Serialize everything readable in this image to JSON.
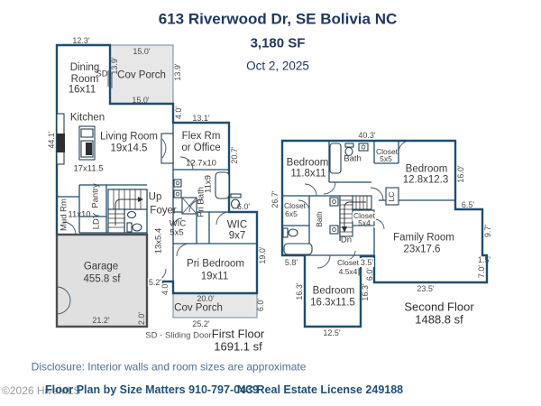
{
  "header": {
    "address": "613 Riverwood Dr, SE Bolivia NC",
    "area": "3,180 SF",
    "date": "Oct 2, 2025"
  },
  "first_floor": {
    "title": "First Floor",
    "area": "1691.1 sf",
    "legend": "SD - Sliding Door",
    "rooms": {
      "dining": {
        "name": "Dining Room",
        "dim": "16x11"
      },
      "porch_top": {
        "name": "Cov Porch"
      },
      "sd": "SD",
      "kitchen": {
        "name": "Kitchen",
        "dim": "17x11.5"
      },
      "living": {
        "name": "Living Room",
        "dim": "19x14.5"
      },
      "flex": {
        "name": "Flex Rm or Office",
        "dim": "12.7x10"
      },
      "mud": {
        "name": "Mud Rm",
        "dim": "11x10"
      },
      "pantry": {
        "name": "Pantry"
      },
      "laundry": {
        "name": "LDY"
      },
      "stairs": {
        "name": "Up"
      },
      "foyer": {
        "name": "Foyer"
      },
      "pri_bath": {
        "name": "Pri Bath",
        "dim": "11x9"
      },
      "hall": {
        "dim": "13x5.4"
      },
      "wic1": {
        "name": "WIC",
        "dim": "5x5"
      },
      "wic2": {
        "name": "WIC",
        "dim": "9x7"
      },
      "pri_bedroom": {
        "name": "Pri Bedroom",
        "dim": "19x11"
      },
      "garage": {
        "name": "Garage",
        "area": "455.8 sf"
      },
      "porch_bottom": {
        "name": "Cov Porch"
      }
    },
    "dims": {
      "top": "12.3'",
      "porch_w_top": "15.0'",
      "porch_left": "13.9'",
      "porch_right": "13.9'",
      "porch_w_bottom": "15.0'",
      "step_right": "4.0'",
      "flex_top": "13.1'",
      "east": "20.7'",
      "west": "44.1'",
      "bath_step": "6.0'",
      "bedroom_east": "19.0'",
      "garage_bottom": "21.2'",
      "garage_step": "2.0'",
      "hall_step_w": "5.2'",
      "hall_step_h": "4.0'",
      "porch2_top": "20.0'",
      "porch2_right": "6.0'",
      "south": "25.2'"
    }
  },
  "second_floor": {
    "title": "Second Floor",
    "area": "1488.8 sf",
    "rooms": {
      "bedroom1": {
        "name": "Bedroom",
        "dim": "11.8x11"
      },
      "bath1": {
        "name": "Bath"
      },
      "closet1": {
        "name": "Closet",
        "dim": "5x5"
      },
      "bedroom2": {
        "name": "Bedroom",
        "dim": "12.8x12.3"
      },
      "lc": {
        "name": "LC"
      },
      "closet2": {
        "name": "Closet",
        "dim": "6x5"
      },
      "bath2": {
        "name": "Bath"
      },
      "closet3": {
        "name": "Closet",
        "dim": "5x4"
      },
      "stairs": {
        "name": "Dn"
      },
      "closet4": {
        "name": "Closet",
        "dim": "4.5x4"
      },
      "bedroom3": {
        "name": "Bedroom",
        "dim": "16.3x11.5"
      },
      "family": {
        "name": "Family Room",
        "dim": "23x17.6"
      }
    },
    "dims": {
      "top": "40.3'",
      "east_upper": "16.0'",
      "step1": "6.5'",
      "step2": "9.7'",
      "step3": "1.5'",
      "step4": "7.0'",
      "family_bottom": "23.5'",
      "notch_w": "3.5'",
      "notch_h": "6.0'",
      "west": "26.7'",
      "west_step": "5.8'",
      "bedroom3_left": "16.3'",
      "bedroom3_right": "16.3'",
      "bedroom3_bottom": "12.5'"
    }
  },
  "footer": {
    "disclosure": "Disclosure: Interior walls and room sizes are approximate",
    "watermark": "©2026 HiveMLS",
    "credit": "Floor Plan by Size Matters 910-797-0439",
    "license": "NC Real Estate License 249188"
  },
  "colors": {
    "wall": "#1f4e6e",
    "garage_wall": "#4d4d4d",
    "porch_fill": "#e7e7e7",
    "title_text": "#1f3864",
    "footer_text": "#1f4e79",
    "room_text": "#3a3a3a",
    "dim_text": "#4a4a4a",
    "watermark_text": "#9b9b9b"
  }
}
